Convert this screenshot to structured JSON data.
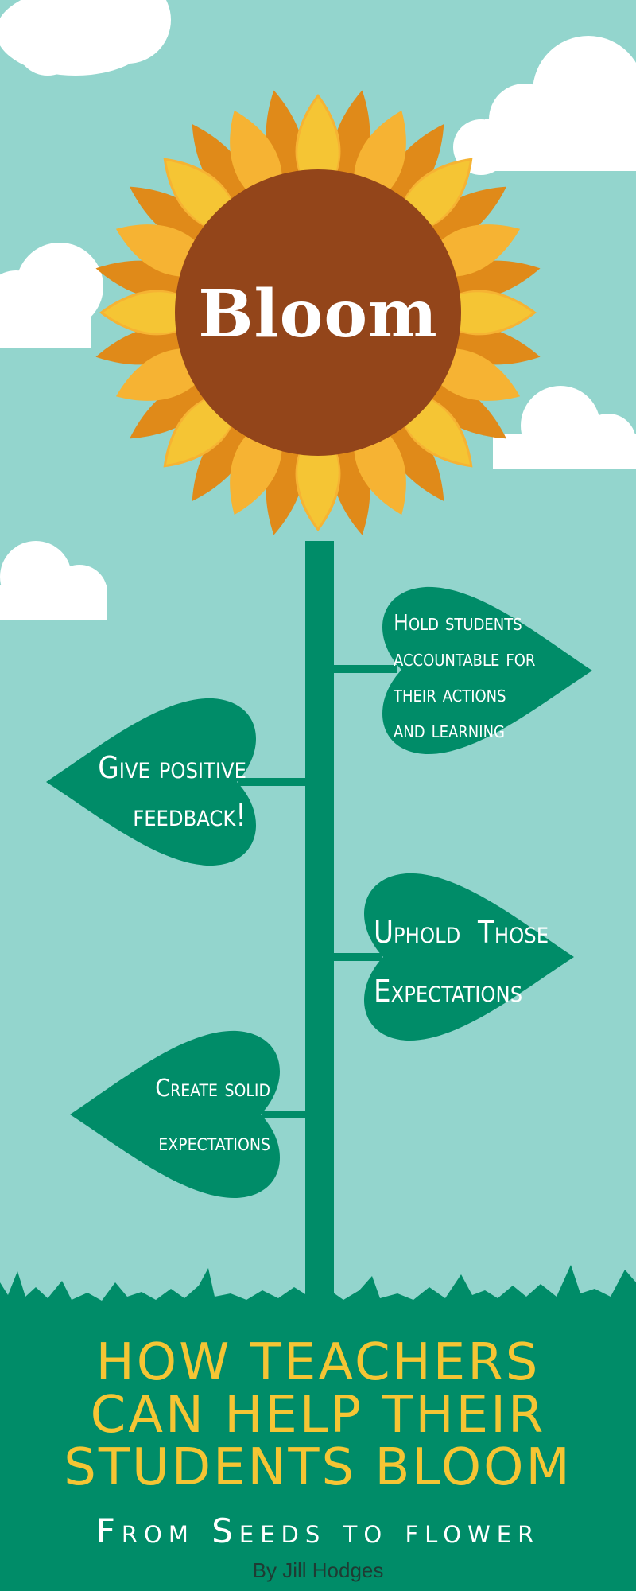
{
  "flower": {
    "center_label": "Bloom"
  },
  "leaves": {
    "hold": {
      "lines": [
        "Hold students",
        "accountable for",
        "their actions",
        "and learning"
      ]
    },
    "feedback": {
      "lines": [
        "Give positive",
        "feedback!"
      ]
    },
    "uphold": {
      "lines": [
        "Uphold  Those",
        "Expectations"
      ]
    },
    "expect": {
      "lines": [
        "Create solid",
        "expectations"
      ]
    }
  },
  "footer": {
    "title_lines": [
      "HOW TEACHERS",
      "CAN HELP THEIR",
      "STUDENTS BLOOM"
    ],
    "subtitle": "From Seeds to flower",
    "byline": "By Jill Hodges"
  },
  "colors": {
    "sky": "#93d5cd",
    "green": "#008c68",
    "petal_orange": "#e08a19",
    "petal_gold": "#f6b333",
    "petal_yellow": "#f5c534",
    "disc_brown": "#93451a",
    "title_yellow": "#f5c534"
  }
}
